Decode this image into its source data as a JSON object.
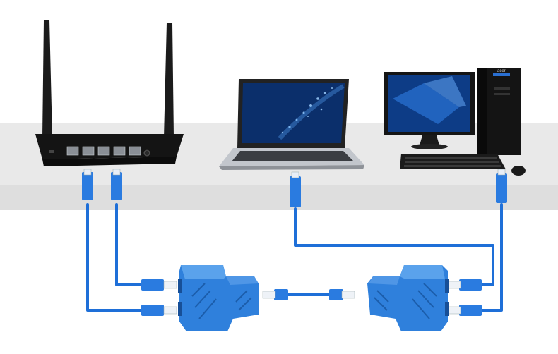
{
  "scene": {
    "description_free": true,
    "colors": {
      "background": "#ffffff",
      "shelf_band": "#e6e6e6",
      "shelf_band_dark": "#d9d9d9",
      "cable_blue": "#1e6fd8",
      "cable_blue_dark": "#1456b0",
      "splitter_blue": "#2f7fd9",
      "splitter_blue_dark": "#1f5fae",
      "device_black": "#1a1a1a",
      "laptop_silver": "#b8bcc2",
      "screen_blue": "#0b3a7a"
    },
    "items": {
      "router": {
        "name": "router",
        "icon": "router-icon"
      },
      "laptop": {
        "name": "laptop",
        "icon": "laptop-icon"
      },
      "desktop": {
        "name": "desktop-computer",
        "icon": "desktop-icon",
        "brand": "acer"
      },
      "splitter_left": {
        "name": "rj45-splitter-left",
        "icon": "splitter-icon"
      },
      "splitter_right": {
        "name": "rj45-splitter-right",
        "icon": "splitter-icon"
      }
    }
  }
}
